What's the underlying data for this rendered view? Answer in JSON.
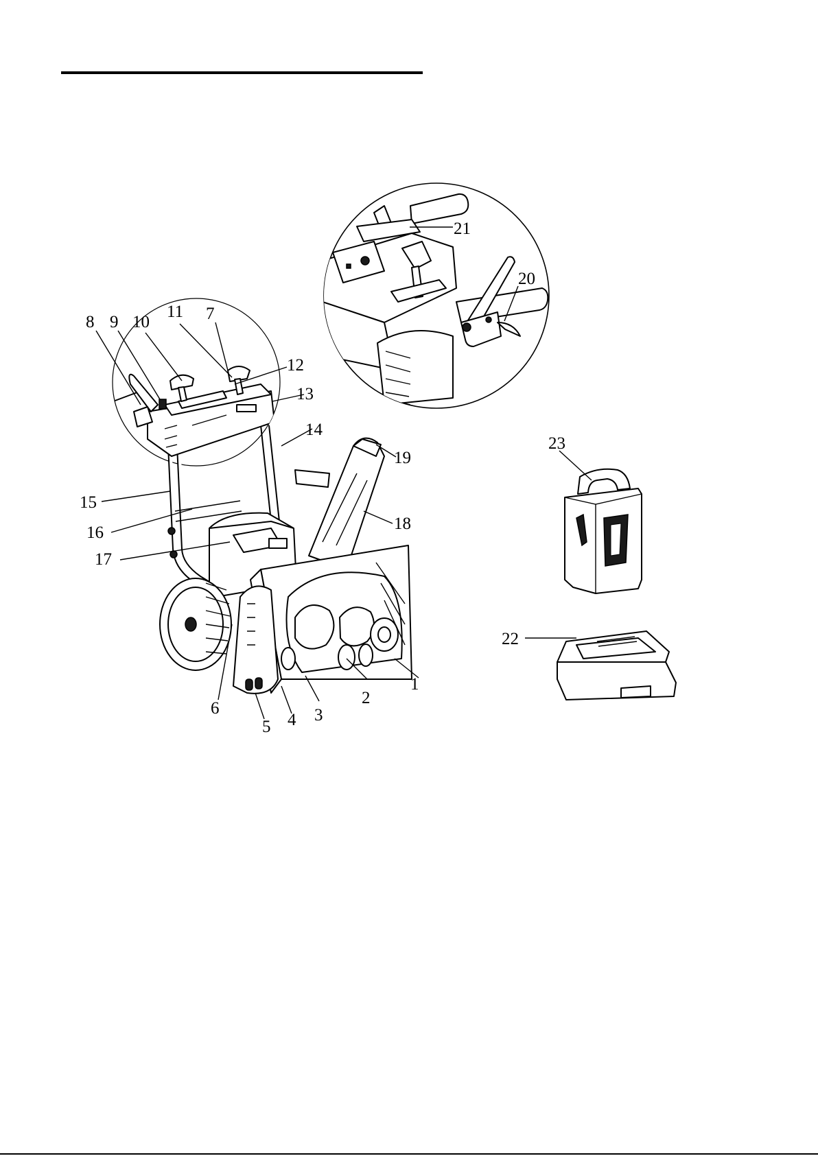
{
  "callouts": [
    {
      "id": 1,
      "label": "1"
    },
    {
      "id": 2,
      "label": "2"
    },
    {
      "id": 3,
      "label": "3"
    },
    {
      "id": 4,
      "label": "4"
    },
    {
      "id": 5,
      "label": "5"
    },
    {
      "id": 6,
      "label": "6"
    },
    {
      "id": 7,
      "label": "7"
    },
    {
      "id": 8,
      "label": "8"
    },
    {
      "id": 9,
      "label": "9"
    },
    {
      "id": 10,
      "label": "10"
    },
    {
      "id": 11,
      "label": "11"
    },
    {
      "id": 12,
      "label": "12"
    },
    {
      "id": 13,
      "label": "13"
    },
    {
      "id": 14,
      "label": "14"
    },
    {
      "id": 15,
      "label": "15"
    },
    {
      "id": 16,
      "label": "16"
    },
    {
      "id": 17,
      "label": "17"
    },
    {
      "id": 18,
      "label": "18"
    },
    {
      "id": 19,
      "label": "19"
    },
    {
      "id": 20,
      "label": "20"
    },
    {
      "id": 21,
      "label": "21"
    },
    {
      "id": 22,
      "label": "22"
    },
    {
      "id": 23,
      "label": "23"
    }
  ]
}
